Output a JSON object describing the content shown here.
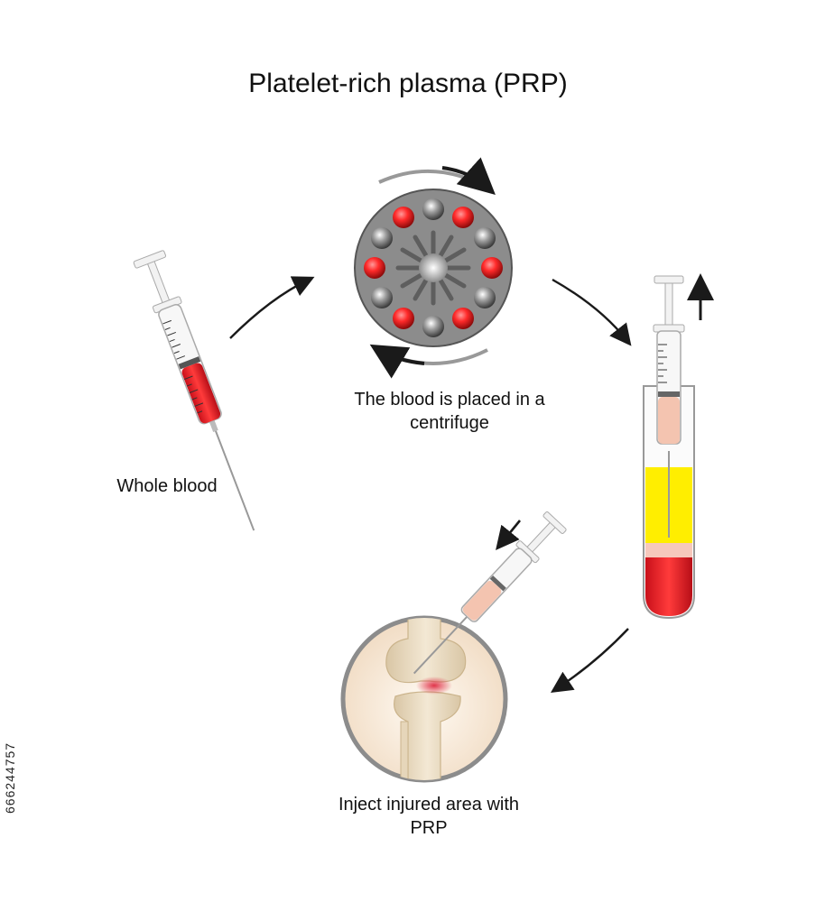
{
  "title": "Platelet-rich plasma (PRP)",
  "steps": {
    "whole_blood": "Whole blood",
    "centrifuge": "The blood is placed in a centrifuge",
    "inject": "Inject injured area with PRP"
  },
  "stock_id": "666244757",
  "colors": {
    "blood_red": "#e8202b",
    "plasma_yellow": "#ffee00",
    "prp_pink": "#f4c4b0",
    "centrifuge_gray": "#8c8c8c",
    "bone": "#ecdfc7",
    "arrow": "#1a1a1a"
  }
}
